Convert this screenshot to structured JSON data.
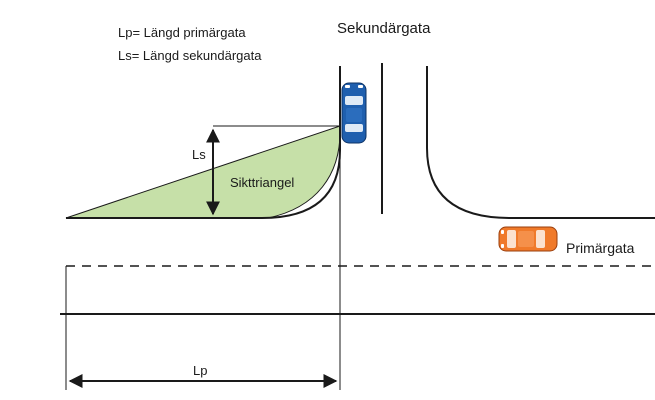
{
  "legend": {
    "lp": "Lp= Längd primärgata",
    "ls": "Ls= Längd sekundärgata"
  },
  "labels": {
    "secondary_street": "Sekundärgata",
    "primary_street": "Primärgata",
    "sight_triangle": "Sikttriangel",
    "ls": "Ls",
    "lp": "Lp"
  },
  "colors": {
    "sight_triangle_fill": "#c6e0a8",
    "road_line": "#1a1a1a",
    "blue_car": "#1f5fae",
    "orange_car": "#f07a2a"
  },
  "icons": {
    "secondary_car": "car-top-view-icon",
    "primary_car": "car-top-view-icon"
  }
}
